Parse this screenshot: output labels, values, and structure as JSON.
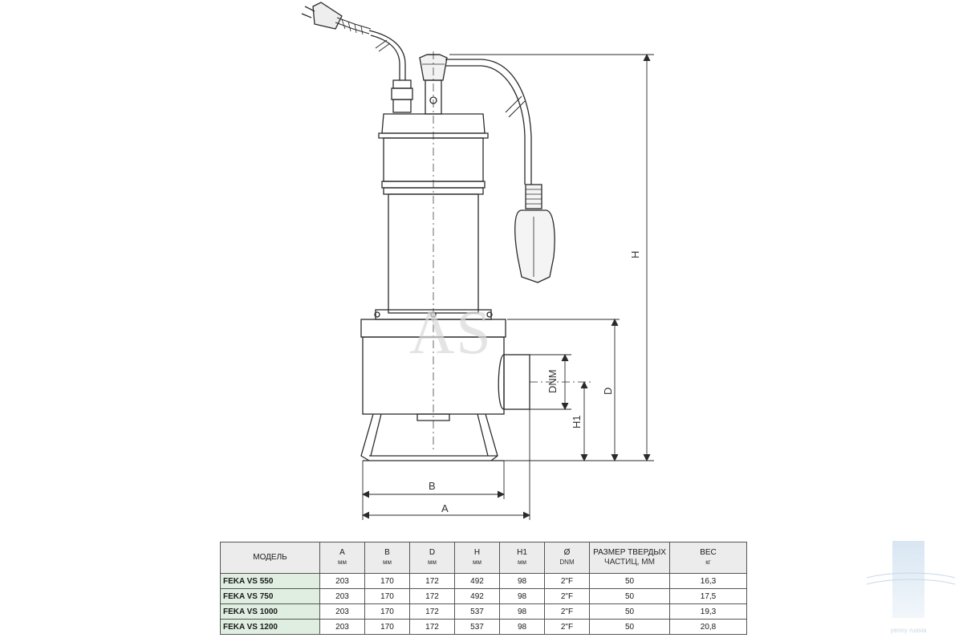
{
  "drawing": {
    "dimensions": {
      "h": "H",
      "d": "D",
      "h1": "H1",
      "dnm": "DNM",
      "a": "A",
      "b": "B"
    },
    "watermark": "AS"
  },
  "table": {
    "headers": [
      {
        "label": "МОДЕЛЬ",
        "unit": ""
      },
      {
        "label": "A",
        "unit": "мм"
      },
      {
        "label": "B",
        "unit": "мм"
      },
      {
        "label": "D",
        "unit": "мм"
      },
      {
        "label": "H",
        "unit": "мм"
      },
      {
        "label": "H1",
        "unit": "мм"
      },
      {
        "label": "Ø",
        "unit": "DNM"
      },
      {
        "label": "РАЗМЕР ТВЕРДЫХ",
        "unit": "ЧАСТИЦ, ММ"
      },
      {
        "label": "ВЕС",
        "unit": "кг"
      }
    ],
    "rows": [
      {
        "model": "FEKA VS 550",
        "a": "203",
        "b": "170",
        "d": "172",
        "h": "492",
        "h1": "98",
        "dnm": "2\"F",
        "solids": "50",
        "weight": "16,3"
      },
      {
        "model": "FEKA VS 750",
        "a": "203",
        "b": "170",
        "d": "172",
        "h": "492",
        "h1": "98",
        "dnm": "2\"F",
        "solids": "50",
        "weight": "17,5"
      },
      {
        "model": "FEKA VS 1000",
        "a": "203",
        "b": "170",
        "d": "172",
        "h": "537",
        "h1": "98",
        "dnm": "2\"F",
        "solids": "50",
        "weight": "19,3"
      },
      {
        "model": "FEKA VS 1200",
        "a": "203",
        "b": "170",
        "d": "172",
        "h": "537",
        "h1": "98",
        "dnm": "2\"F",
        "solids": "50",
        "weight": "20,8"
      }
    ]
  },
  "logo": {
    "text": "yenny russia"
  }
}
